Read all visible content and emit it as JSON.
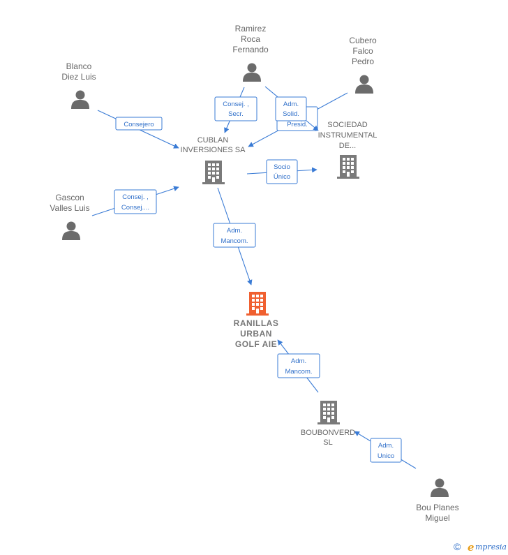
{
  "nodes": {
    "ramirez": {
      "lines": [
        "Ramirez",
        "Roca",
        "Fernando"
      ],
      "kind": "person"
    },
    "cubero": {
      "lines": [
        "Cubero",
        "Falco",
        "Pedro"
      ],
      "kind": "person"
    },
    "blanco": {
      "lines": [
        "Blanco",
        "Diez Luis"
      ],
      "kind": "person"
    },
    "gascon": {
      "lines": [
        "Gascon",
        "Valles Luis"
      ],
      "kind": "person"
    },
    "bou": {
      "lines": [
        "Bou Planes",
        "Miguel"
      ],
      "kind": "person"
    },
    "cublan": {
      "lines": [
        "CUBLAN",
        "INVERSIONES SA"
      ],
      "kind": "company"
    },
    "sociedad": {
      "lines": [
        "SOCIEDAD",
        "INSTRUMENTAL",
        "DE..."
      ],
      "kind": "company"
    },
    "ranillas": {
      "lines": [
        "RANILLAS",
        "URBAN",
        "GOLF AIE"
      ],
      "kind": "main-company"
    },
    "boubonverd": {
      "lines": [
        "BOUBONVERD",
        "SL"
      ],
      "kind": "company"
    }
  },
  "edges": [
    {
      "id": "blanco-cublan",
      "lines": [
        "Consejero"
      ]
    },
    {
      "id": "ramirez-cublan",
      "lines": [
        "Consej. ,",
        "Secr."
      ]
    },
    {
      "id": "ramirez-sociedad",
      "lines": [
        "Adm.",
        "Solid."
      ]
    },
    {
      "id": "cubero-cublan",
      "lines": [
        ",",
        "Presid."
      ]
    },
    {
      "id": "gascon-cublan",
      "lines": [
        "Consej. ,",
        "Consej...."
      ]
    },
    {
      "id": "cublan-sociedad",
      "lines": [
        "Socio",
        "Único"
      ]
    },
    {
      "id": "cublan-ranillas",
      "lines": [
        "Adm.",
        "Mancom."
      ]
    },
    {
      "id": "boubonverd-ranillas",
      "lines": [
        "Adm.",
        "Mancom."
      ]
    },
    {
      "id": "bou-boubonverd",
      "lines": [
        "Adm.",
        "Unico"
      ]
    }
  ],
  "footer": {
    "copyright": "©",
    "brand_initial": "e",
    "brand_rest": "mpresia"
  },
  "colors": {
    "edge": "#3a7bd5",
    "person_icon": "#6b6b6b",
    "company_icon": "#7a7a7a",
    "main_company_icon": "#f06030"
  }
}
